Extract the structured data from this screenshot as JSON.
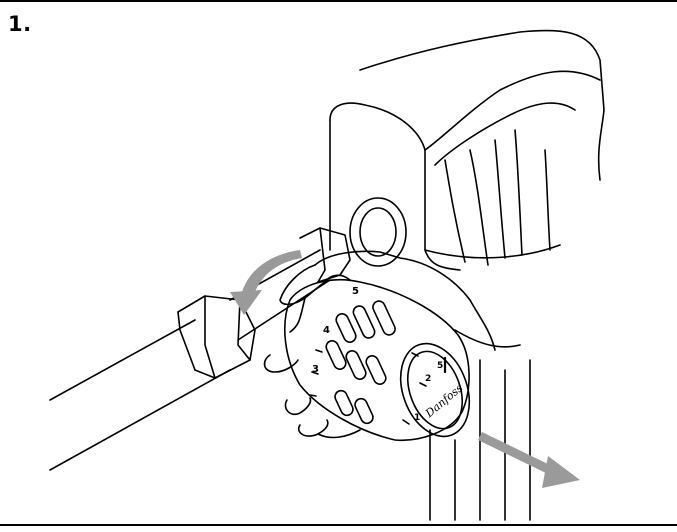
{
  "step": {
    "number": "1."
  },
  "dial": {
    "scale_labels": [
      "1",
      "2",
      "3",
      "4",
      "5"
    ],
    "brand": "Danfoss"
  },
  "colors": {
    "line": "#000000",
    "arrow": "#9a9a9a",
    "background": "#ffffff"
  },
  "icons": [
    "rotate-counterclockwise-arrow",
    "pull-out-arrow"
  ]
}
